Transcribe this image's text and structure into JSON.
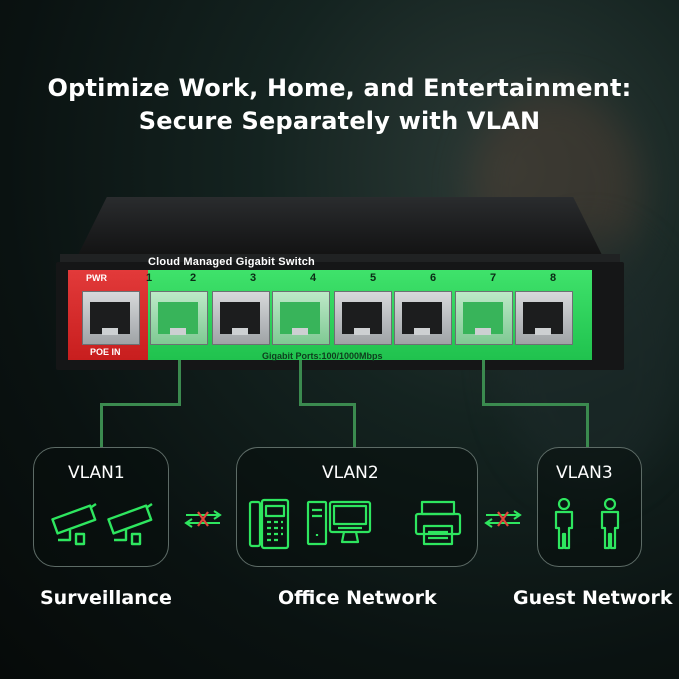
{
  "headline": {
    "line1": "Optimize Work, Home, and Entertainment:",
    "line2": "Secure Separately with VLAN"
  },
  "switch": {
    "title": "Cloud Managed Gigabit Switch",
    "pwr_label": "PWR",
    "poe_label": "POE IN",
    "ports_label": "Gigabit Ports:100/1000Mbps",
    "port_numbers": [
      "1",
      "2",
      "3",
      "4",
      "5",
      "6",
      "7",
      "8"
    ]
  },
  "vlans": [
    {
      "title": "VLAN1",
      "caption": "Surveillance",
      "icons": [
        "cctv-camera-icon",
        "cctv-camera-icon"
      ]
    },
    {
      "title": "VLAN2",
      "caption": "Office Network",
      "icons": [
        "ip-phone-icon",
        "desktop-computer-icon",
        "printer-icon"
      ]
    },
    {
      "title": "VLAN3",
      "caption": "Guest Network",
      "icons": [
        "person-icon",
        "person-icon"
      ]
    }
  ],
  "colors": {
    "accent_green": "#2ee65f",
    "red_panel": "#d42a2a",
    "blocked_cross": "#e0463a"
  }
}
